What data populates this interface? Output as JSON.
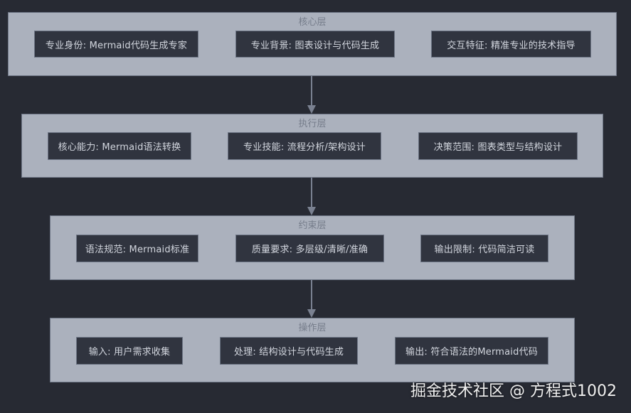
{
  "diagram": {
    "layers": [
      {
        "title": "核心层",
        "nodes": [
          "专业身份: Mermaid代码生成专家",
          "专业背景: 图表设计与代码生成",
          "交互特征: 精准专业的技术指导"
        ]
      },
      {
        "title": "执行层",
        "nodes": [
          "核心能力: Mermaid语法转换",
          "专业技能: 流程分析/架构设计",
          "决策范围: 图表类型与结构设计"
        ]
      },
      {
        "title": "约束层",
        "nodes": [
          "语法规范: Mermaid标准",
          "质量要求: 多层级/清晰/准确",
          "输出限制: 代码简洁可读"
        ]
      },
      {
        "title": "操作层",
        "nodes": [
          "输入: 用户需求收集",
          "处理: 结构设计与代码生成",
          "输出: 符合语法的Mermaid代码"
        ]
      }
    ],
    "edges": [
      {
        "from": "核心层",
        "to": "执行层"
      },
      {
        "from": "执行层",
        "to": "约束层"
      },
      {
        "from": "约束层",
        "to": "操作层"
      }
    ],
    "colors": {
      "background": "#272a33",
      "layer_fill": "#abb1bd",
      "node_fill": "#30343f",
      "node_text": "#d2d6de",
      "arrow": "#7a8191"
    }
  },
  "watermark": "掘金技术社区 @ 方程式1002"
}
